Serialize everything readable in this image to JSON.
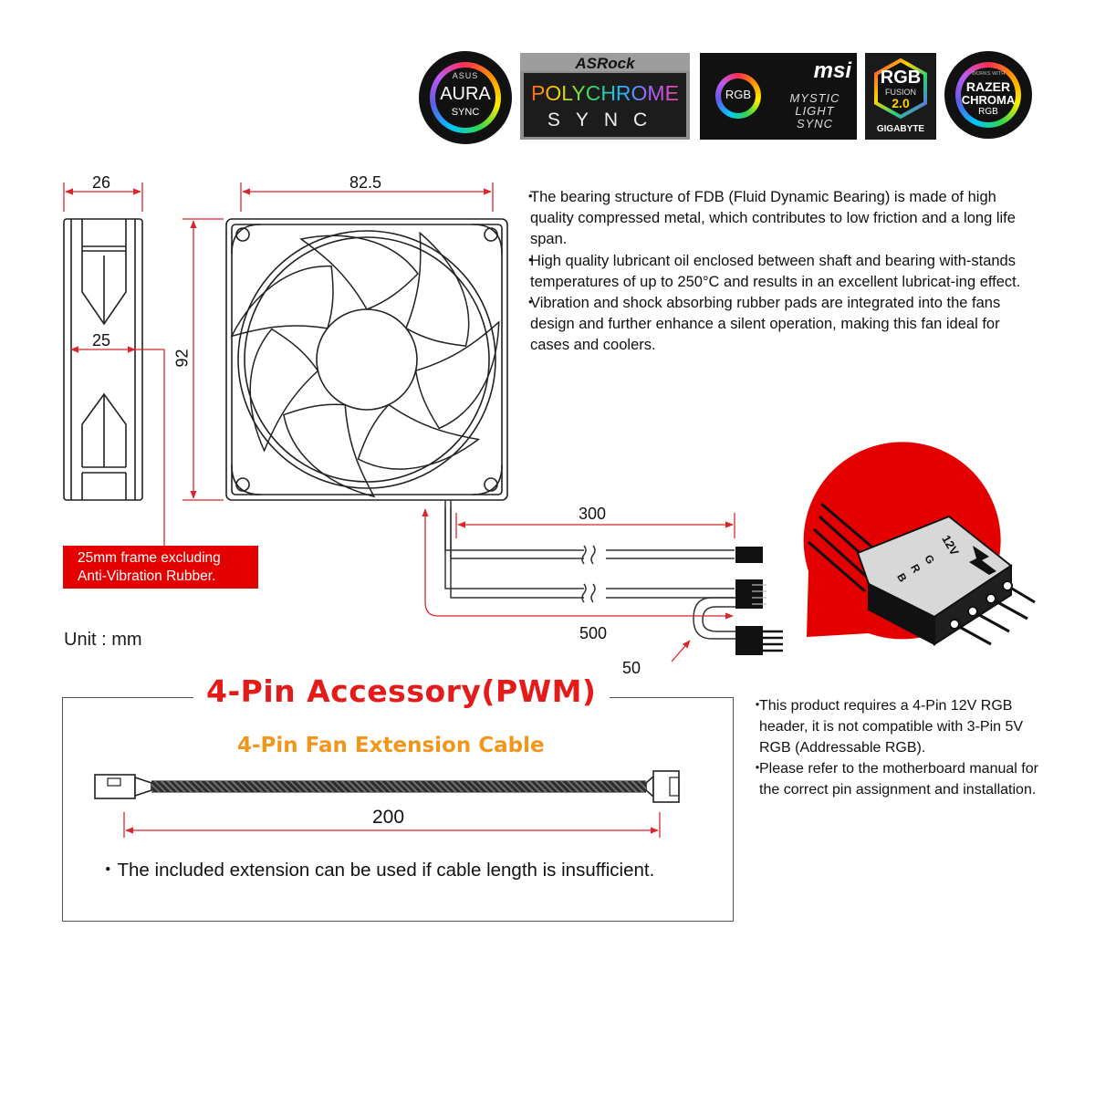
{
  "logos": {
    "asus": {
      "brand": "ASUS",
      "line1": "AURA",
      "line2": "SYNC"
    },
    "asrock": {
      "brand": "ASRock",
      "line1": "POLYCHROME",
      "line2": "SYNC"
    },
    "msi": {
      "badge": "RGB",
      "brand": "msi",
      "line1": "MYSTIC",
      "line2": "LIGHT",
      "line3": "SYNC"
    },
    "gigabyte": {
      "line1": "RGB",
      "line2": "FUSION",
      "line3": "2.0",
      "brand": "GIGABYTE"
    },
    "razer": {
      "top": "WORKS WITH",
      "line1": "RAZER",
      "line2": "CHROMA",
      "line3": "RGB"
    }
  },
  "dimensions": {
    "depth": "26",
    "width": "82.5",
    "frame_depth": "25",
    "height": "92",
    "cable_300": "300",
    "cable_500": "500",
    "cable_50": "50",
    "ext_200": "200"
  },
  "frame_note": {
    "line1": "25mm frame excluding",
    "line2": "Anti-Vibration Rubber."
  },
  "unit": "Unit : mm",
  "specs": [
    {
      "bullet": "・",
      "text": "The bearing structure of FDB (Fluid Dynamic Bearing) is made of high quality compressed metal, which contributes to low friction and a long life span."
    },
    {
      "bullet": "・",
      "text": "High quality lubricant oil enclosed between shaft and bearing with-stands temperatures of up to 250°C and results in an excellent lubricat-ing effect."
    },
    {
      "bullet": "・",
      "text": "Vibration and shock absorbing rubber pads are integrated into the fans design and further enhance a silent operation, making this fan ideal for cases and coolers."
    }
  ],
  "connector_labels": {
    "v12": "12V",
    "g": "G",
    "r": "R",
    "b": "B"
  },
  "notes": [
    {
      "bullet": "・",
      "text": "This product requires a 4-Pin 12V RGB header, it is not compatible with 3-Pin 5V RGB (Addressable RGB)."
    },
    {
      "bullet": "・",
      "text": "Please refer to the motherboard manual for the correct pin assignment and installation."
    }
  ],
  "accessory": {
    "title": "4-Pin Accessory(PWM)",
    "subtitle": "4-Pin Fan Extension Cable",
    "note": "・The included extension can be used if cable length is insufficient."
  },
  "colors": {
    "accent_red": "#e31b1b",
    "orange": "#f0961b",
    "dim_red": "#d9262b",
    "outline": "#222222"
  }
}
